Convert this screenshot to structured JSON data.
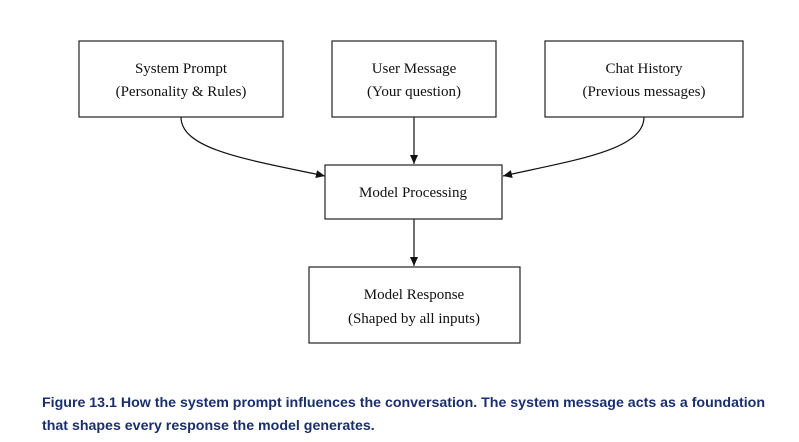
{
  "diagram": {
    "nodes": {
      "system_prompt": {
        "line1": "System Prompt",
        "line2": "(Personality & Rules)"
      },
      "user_message": {
        "line1": "User Message",
        "line2": "(Your question)"
      },
      "chat_history": {
        "line1": "Chat History",
        "line2": "(Previous messages)"
      },
      "model_processing": {
        "line1": "Model Processing"
      },
      "model_response": {
        "line1": "Model Response",
        "line2": "(Shaped by all inputs)"
      }
    },
    "edges": [
      {
        "from": "System Prompt",
        "to": "Model Processing"
      },
      {
        "from": "User Message",
        "to": "Model Processing"
      },
      {
        "from": "Chat History",
        "to": "Model Processing"
      },
      {
        "from": "Model Processing",
        "to": "Model Response"
      }
    ]
  },
  "caption": {
    "line1": "Figure 13.1 How the system prompt influences the conversation. The system message acts as a foundation",
    "line2": "that shapes every response the model generates."
  }
}
